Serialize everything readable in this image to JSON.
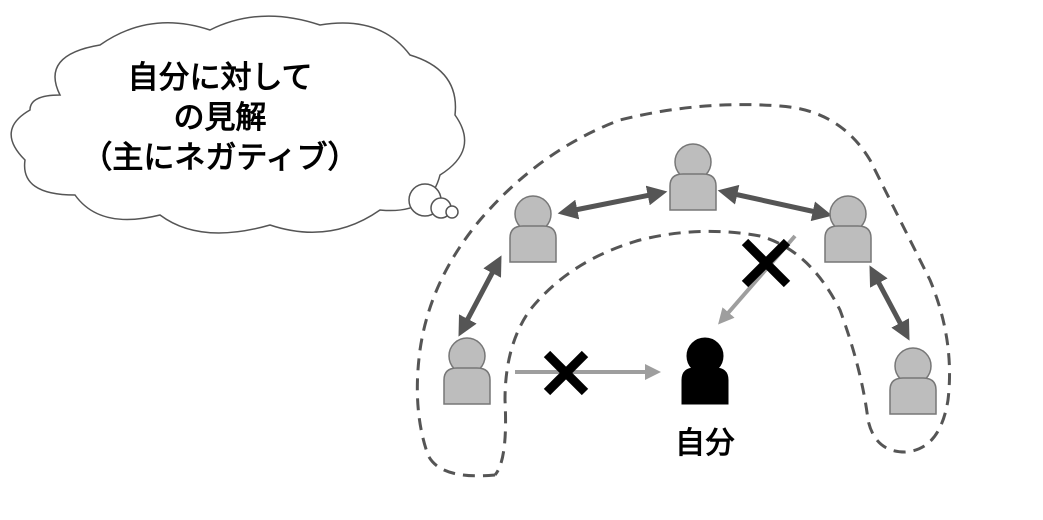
{
  "cloud": {
    "lines": [
      "自分に対して",
      "の見解",
      "（主にネガティブ）"
    ]
  },
  "self_label": "自分",
  "colors": {
    "others": "#bdbdbd",
    "self": "#000000",
    "mutual_arrow": "#555555",
    "blocked_arrow": "#9e9e9e",
    "outline": "#555555"
  }
}
